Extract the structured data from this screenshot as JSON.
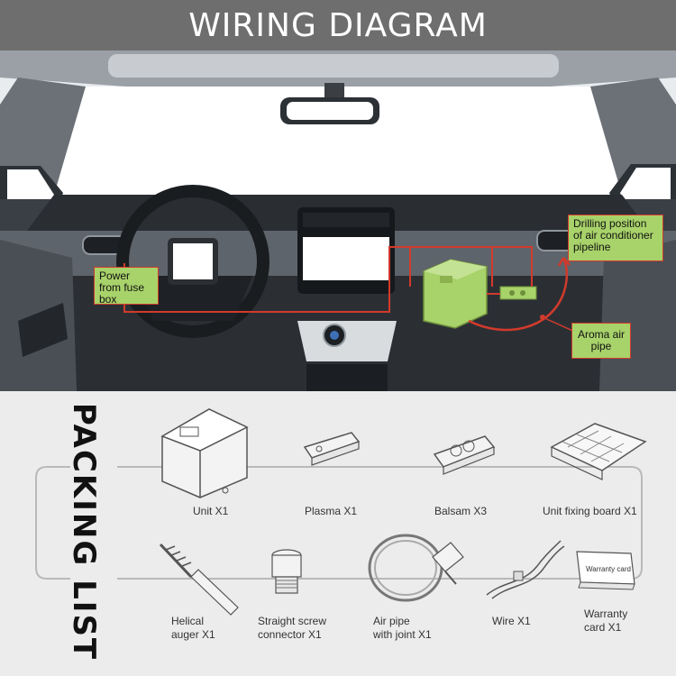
{
  "header": {
    "title": "WIRING DIAGRAM"
  },
  "colors": {
    "header_bg": "#6e6e6e",
    "callout_fill": "#a8d26a",
    "wire": "#d23a2c",
    "packing_bg": "#ececec"
  },
  "callouts": {
    "drilling": "Drilling position of air conditioner pipeline",
    "power": "Power from fuse box",
    "aroma": "Aroma air pipe"
  },
  "packing_list": {
    "title": "PACKING LIST",
    "items": {
      "unit": "Unit X1",
      "plasma": "Plasma X1",
      "balsam": "Balsam X3",
      "fixing_board": "Unit fixing board X1",
      "helical_auger_l1": "Helical",
      "helical_auger_l2": "auger X1",
      "screw_connector_l1": "Straight screw",
      "screw_connector_l2": "connector X1",
      "air_pipe_l1": "Air pipe",
      "air_pipe_l2": "with joint X1",
      "wire": "Wire X1",
      "warranty_l1": "Warranty",
      "warranty_l2": "card X1",
      "warranty_card_text": "Warranty card"
    }
  }
}
